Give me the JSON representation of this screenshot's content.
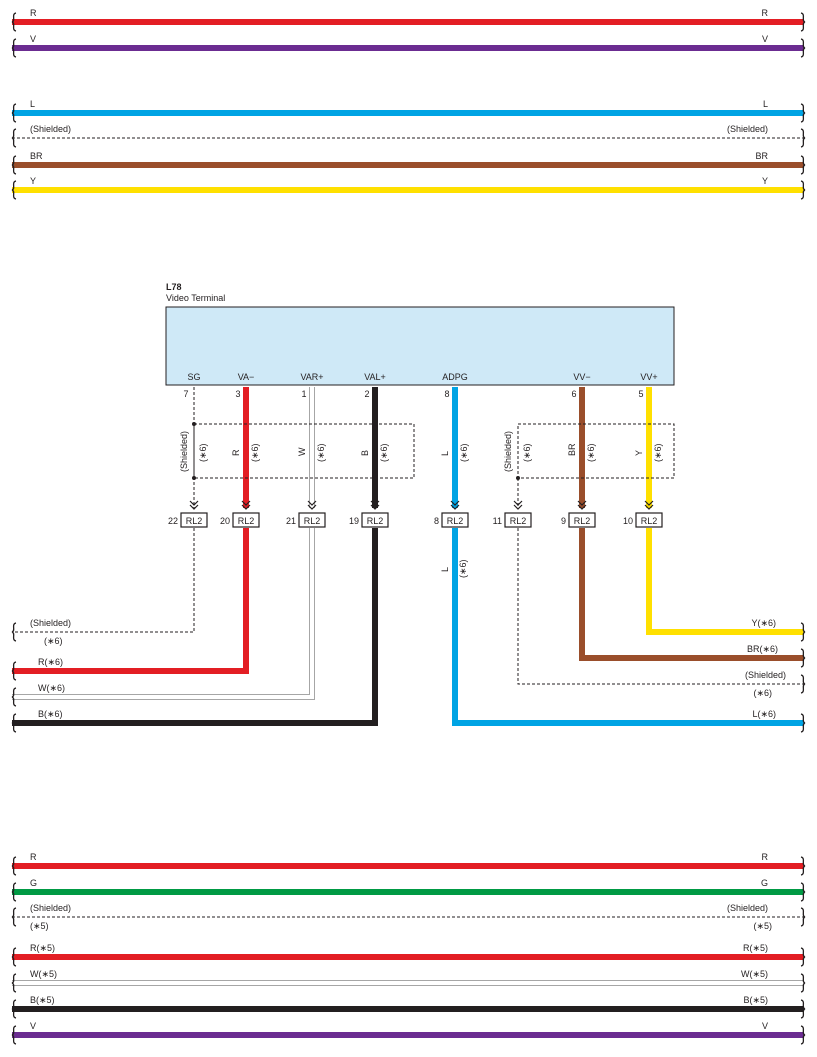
{
  "colors": {
    "R": "#e31e24",
    "V": "#6b2c91",
    "L": "#00a4e4",
    "BR": "#9a4e2b",
    "Y": "#ffe000",
    "G": "#009a44",
    "W": "#a6a6a6",
    "B": "#231f20",
    "shield": "#231f20",
    "terminal_fill": "#cfe9f7"
  },
  "top_group_1": {
    "wires": [
      {
        "color": "R",
        "label_left": "R",
        "label_right": "R"
      },
      {
        "color": "V",
        "label_left": "V",
        "label_right": "V"
      }
    ]
  },
  "top_group_2": {
    "wires": [
      {
        "color": "L",
        "label_left": "L",
        "label_right": "L"
      },
      {
        "color": "shield",
        "label_left": "(Shielded)",
        "label_right": "(Shielded)"
      },
      {
        "color": "BR",
        "label_left": "BR",
        "label_right": "BR"
      },
      {
        "color": "Y",
        "label_left": "Y",
        "label_right": "Y"
      }
    ]
  },
  "terminal": {
    "id": "L78",
    "name": "Video Terminal",
    "pins": [
      {
        "name": "SG",
        "num": "7",
        "wire": "shield",
        "wire_label": "(Shielded)",
        "note": "(∗6)",
        "conn_pin": "22",
        "conn": "RL2"
      },
      {
        "name": "VA−",
        "num": "3",
        "wire": "R",
        "wire_label": "R",
        "note": "(∗6)",
        "conn_pin": "20",
        "conn": "RL2"
      },
      {
        "name": "VAR+",
        "num": "1",
        "wire": "W",
        "wire_label": "W",
        "note": "(∗6)",
        "conn_pin": "21",
        "conn": "RL2"
      },
      {
        "name": "VAL+",
        "num": "2",
        "wire": "B",
        "wire_label": "B",
        "note": "(∗6)",
        "conn_pin": "19",
        "conn": "RL2"
      },
      {
        "name": "ADPG",
        "num": "8",
        "wire": "L",
        "wire_label": "L",
        "note": "(∗6)",
        "conn_pin": "8",
        "conn": "RL2"
      },
      {
        "name": "VV−",
        "num": "6",
        "wire": "BR",
        "wire_label": "BR",
        "note": "(∗6)",
        "conn_pin": "9",
        "conn": "RL2"
      },
      {
        "name": "VV+",
        "num": "5",
        "wire": "Y",
        "wire_label": "Y",
        "note": "(∗6)",
        "conn_pin": "10",
        "conn": "RL2"
      }
    ],
    "shield_right": {
      "wire_label": "(Shielded)",
      "note": "(∗6)",
      "conn_pin": "11",
      "conn": "RL2"
    },
    "adpg_lower": {
      "wire_label": "L",
      "note": "(∗6)"
    }
  },
  "middle_left": {
    "shield_label": "(Shielded)",
    "shield_note": "(∗6)",
    "wires": [
      {
        "color": "R",
        "label": "R(∗6)"
      },
      {
        "color": "W",
        "label": "W(∗6)"
      },
      {
        "color": "B",
        "label": "B(∗6)"
      }
    ]
  },
  "middle_right": {
    "wires": [
      {
        "color": "Y",
        "label": "Y(∗6)"
      },
      {
        "color": "BR",
        "label": "BR(∗6)"
      }
    ],
    "shield_label": "(Shielded)",
    "shield_note": "(∗6)",
    "l_wire": {
      "color": "L",
      "label": "L(∗6)"
    }
  },
  "bottom_group": {
    "wires": [
      {
        "color": "R",
        "label_left": "R",
        "label_right": "R"
      },
      {
        "color": "G",
        "label_left": "G",
        "label_right": "G"
      },
      {
        "color": "shield",
        "label_left": "(Shielded)",
        "label_right": "(Shielded)",
        "note_left": "(∗5)",
        "note_right": "(∗5)"
      },
      {
        "color": "R",
        "label_left": "R(∗5)",
        "label_right": "R(∗5)"
      },
      {
        "color": "W",
        "label_left": "W(∗5)",
        "label_right": "W(∗5)"
      },
      {
        "color": "B",
        "label_left": "B(∗5)",
        "label_right": "B(∗5)"
      },
      {
        "color": "V",
        "label_left": "V",
        "label_right": "V"
      }
    ]
  }
}
